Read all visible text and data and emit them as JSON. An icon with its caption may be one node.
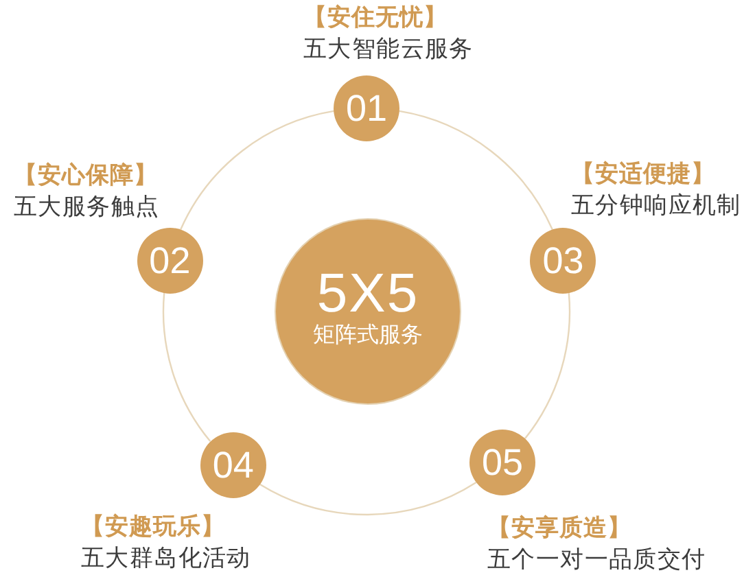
{
  "diagram": {
    "nodes": [
      {
        "text": [
          "01"
        ],
        "beside": [
          "【安住无忧】",
          "五大智能云服务"
        ]
      },
      {
        "text": [
          "02"
        ],
        "beside": [
          "【安心保障】",
          "五大服务触点"
        ]
      },
      {
        "text": [
          "5X5",
          "矩阵式服务"
        ]
      },
      {
        "text": [
          "03"
        ],
        "beside": [
          "【安适便捷】",
          "五分钟响应机制"
        ]
      },
      {
        "text": [
          "04"
        ],
        "beside": [
          "【安趣玩乐】",
          "五大群岛化活动"
        ]
      },
      {
        "text": [
          "05"
        ],
        "beside": [
          "【安享质造】",
          "五个一对一品质交付"
        ]
      }
    ],
    "edges": [
      {
        "from": 0,
        "to": 3,
        "arrow": "none"
      },
      {
        "from": 3,
        "to": 5,
        "arrow": "none"
      },
      {
        "from": 5,
        "to": 4,
        "arrow": "none"
      },
      {
        "from": 4,
        "to": 1,
        "arrow": "none"
      },
      {
        "from": 1,
        "to": 0,
        "arrow": "none"
      }
    ]
  }
}
